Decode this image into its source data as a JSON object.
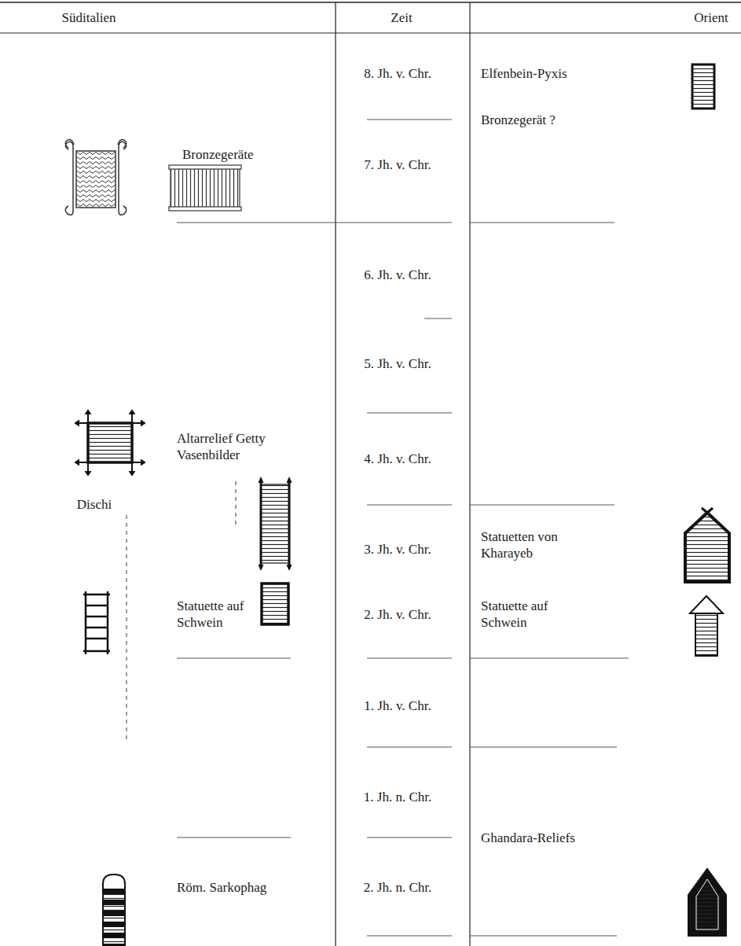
{
  "diagram": {
    "labels": [
      "Süditalien",
      "Zeit",
      "Orient",
      "8. Jh. v. Chr.",
      "Elfenbein-Pyxis",
      "Bronzegeräte",
      "Bronzegerät ?",
      "7. Jh. v. Chr.",
      "6. Jh. v. Chr.",
      "5. Jh. v. Chr.",
      "Altarrelief Getty",
      "Vasenbilder",
      "4. Jh. v. Chr.",
      "Dischi",
      "3. Jh. v. Chr.",
      "Statuetten von Kharayeb",
      "Statuette auf Schwein",
      "2. Jh. v. Chr.",
      "Statuette auf Schwein",
      "1. Jh. v. Chr.",
      "1. Jh. n. Chr.",
      "Ghandara-Reliefs",
      "Röm. Sarkophag",
      "2. Jh. n. Chr."
    ]
  }
}
